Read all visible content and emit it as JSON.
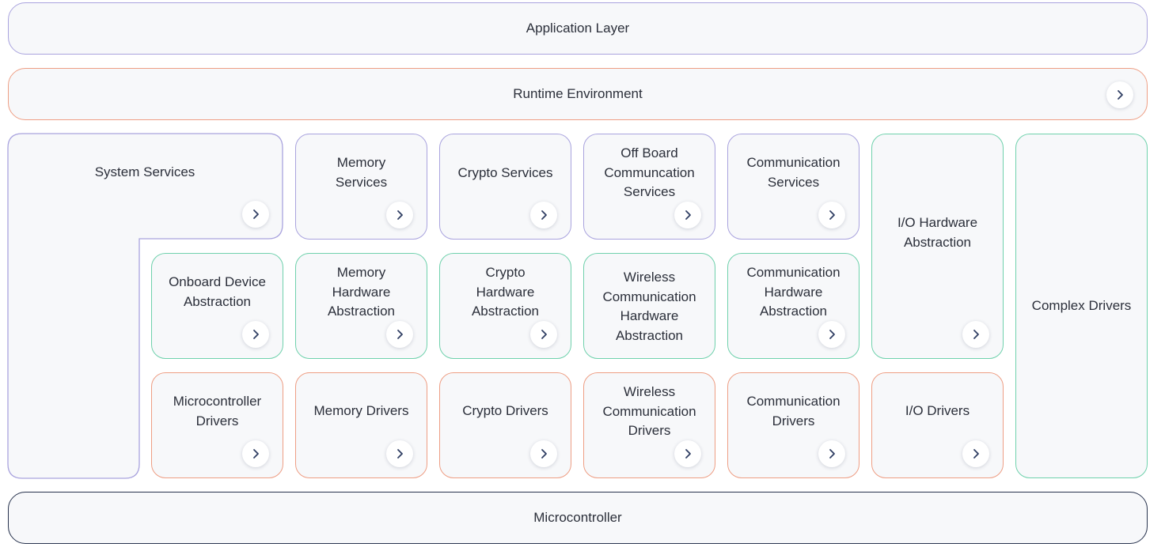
{
  "layers": {
    "application": "Application Layer",
    "runtime": "Runtime Environment",
    "microcontroller": "Microcontroller"
  },
  "system_services": "System Services",
  "service_row": {
    "memory": "Memory\nServices",
    "crypto": "Crypto Services",
    "offboard": "Off Board\nCommuncation\nServices",
    "communication": "Communication\nServices"
  },
  "abstraction_row": {
    "onboard": "Onboard Device\nAbstraction",
    "memory": "Memory\nHardware\nAbstraction",
    "crypto": "Crypto\nHardware\nAbstraction",
    "wireless": "Wireless\nCommunication\nHardware\nAbstraction",
    "communication": "Communication\nHardware\nAbstraction"
  },
  "driver_row": {
    "microcontroller": "Microcontroller\nDrivers",
    "memory": "Memory Drivers",
    "crypto": "Crypto Drivers",
    "wireless": "Wireless\nCommunication\nDrivers",
    "communication": "Communication\nDrivers",
    "io": "I/O Drivers"
  },
  "io_hardware": "I/O Hardware\nAbstraction",
  "complex_drivers": "Complex Drivers",
  "icons": {
    "expand": "chevron-right-icon"
  },
  "colors": {
    "services": "#a9a3de",
    "abstraction": "#6fd1ac",
    "drivers": "#ee9e84",
    "microcontroller": "#27324d"
  }
}
